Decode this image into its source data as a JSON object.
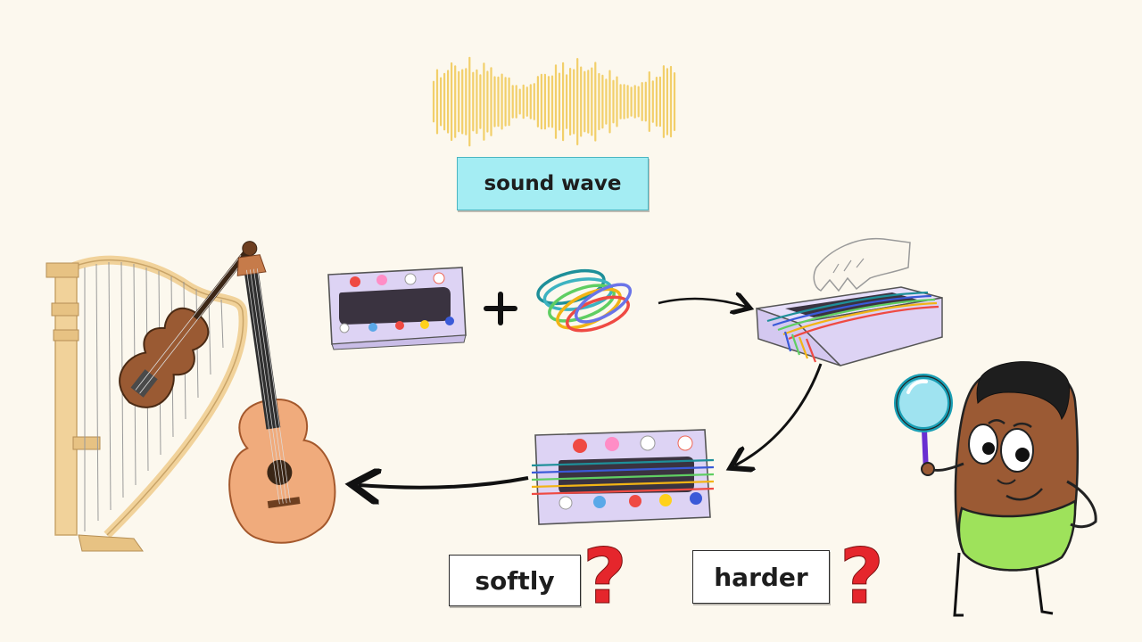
{
  "labels": {
    "sound_wave": "sound wave",
    "softly": "softly",
    "harder": "harder"
  },
  "colors": {
    "background": "#fcf8ee",
    "sound_wave": "#f2cf6a",
    "label_highlight": "#a4edf3",
    "question_mark": "#e5262c",
    "tissue_box": "#ddd3f4",
    "character_skin": "#9b5a34",
    "character_shirt": "#9ee25b",
    "magnifier_lens": "#9fe3f0",
    "magnifier_handle": "#6a2fd1"
  },
  "icons": [
    "sound-wave-icon",
    "harp-icon",
    "violin-icon",
    "guitar-icon",
    "tissue-box-icon",
    "plus-icon",
    "rubber-bands-icon",
    "hand-plucking-icon",
    "question-mark-icon",
    "magnifying-glass-icon",
    "cartoon-character"
  ]
}
